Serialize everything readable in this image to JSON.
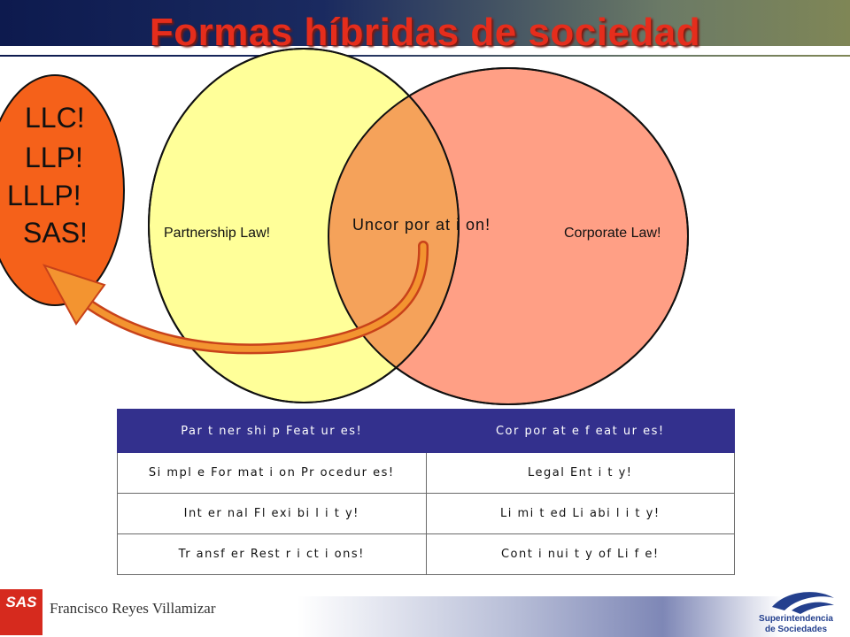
{
  "title": "Formas híbridas de sociedad",
  "venn": {
    "left_label": "Partnership Law!",
    "center_label": "Uncor por at i on!",
    "right_label": "Corporate Law!",
    "left_color": "#ffff99",
    "right_color": "#ff9f85",
    "overlap_color": "#f5a25a"
  },
  "bubble": {
    "lines": [
      "LLC!",
      "LLP!",
      "LLLP!",
      "SAS!"
    ],
    "color": "#f5611a"
  },
  "table": {
    "headers": [
      "Par t ner shi p Feat ur es!",
      "Cor por at e f eat ur es!"
    ],
    "rows": [
      [
        "Si mpl e For mat i on Pr ocedur es!",
        "Legal  Ent i t y!"
      ],
      [
        "Int er nal  Fl exi bi l i t y!",
        "Li mi t ed Li abi l i t y!"
      ],
      [
        "Tr ansf er  Rest r i ct i ons!",
        "Cont i nui t y  of  Li f e!"
      ]
    ],
    "header_color": "#33308d"
  },
  "footer": {
    "author": "Francisco Reyes Villamizar",
    "left_logo": "SAS",
    "right_logo_line1": "Superintendencia",
    "right_logo_line2": "de Sociedades"
  }
}
